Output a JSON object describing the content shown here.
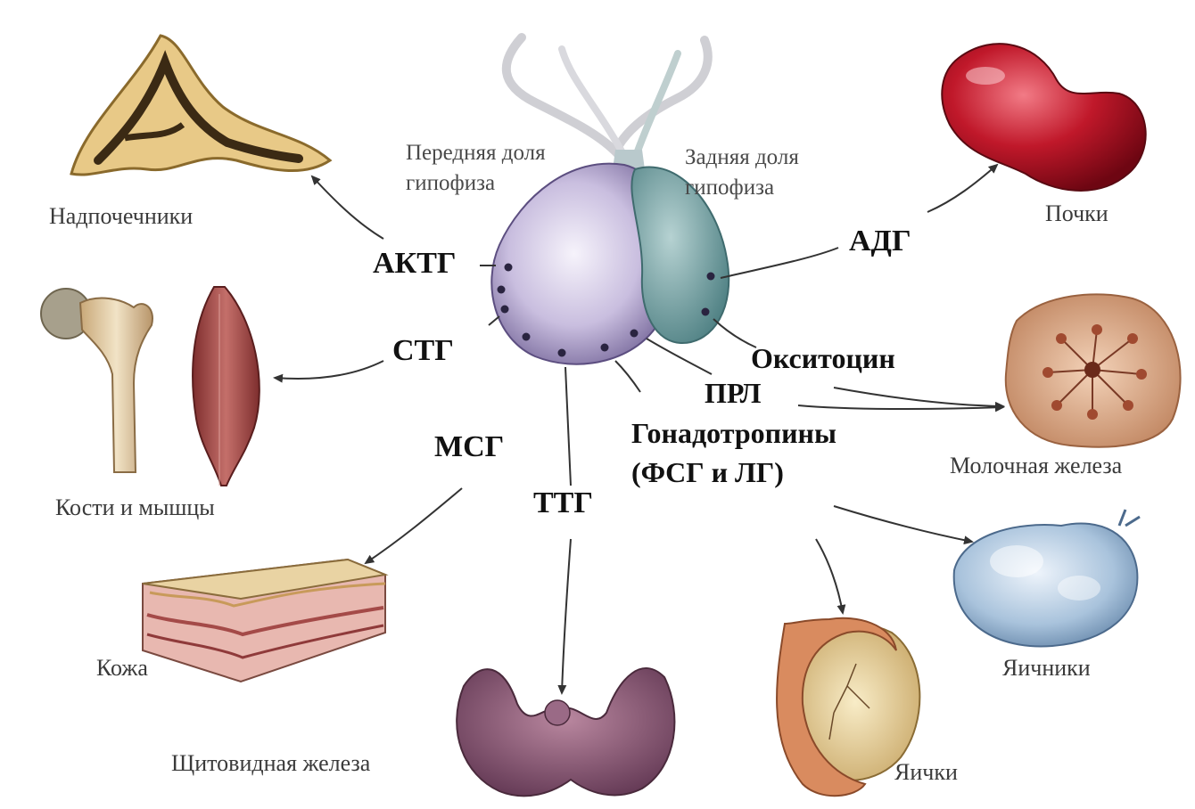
{
  "lobes": {
    "anterior": [
      "Передняя доля",
      "гипофиза"
    ],
    "posterior": [
      "Задняя доля",
      "гипофиза"
    ]
  },
  "hormones": {
    "acth": "АКТГ",
    "gh": "СТГ",
    "msh": "МСГ",
    "tsh": "ТТГ",
    "adh": "АДГ",
    "oxytocin": "Окситоцин",
    "prl": "ПРЛ",
    "gonadotropins": [
      "Гонадотропины",
      "(ФСГ и ЛГ)"
    ]
  },
  "targets": {
    "adrenals": "Надпочечники",
    "bones_muscles": "Кости и мышцы",
    "skin": "Кожа",
    "thyroid": "Щитовидная железа",
    "kidneys": "Почки",
    "mammary": "Молочная железа",
    "ovaries": "Яичники",
    "testes": "Яички"
  },
  "colors": {
    "anterior_lobe": "#8f7fb0",
    "posterior_lobe": "#6f9a9c",
    "kidney": "#c0182a",
    "adrenal": "#e3c27a",
    "thyroid": "#8a5a78",
    "ovary": "#a9c3dc",
    "testis": "#e9d29a"
  }
}
